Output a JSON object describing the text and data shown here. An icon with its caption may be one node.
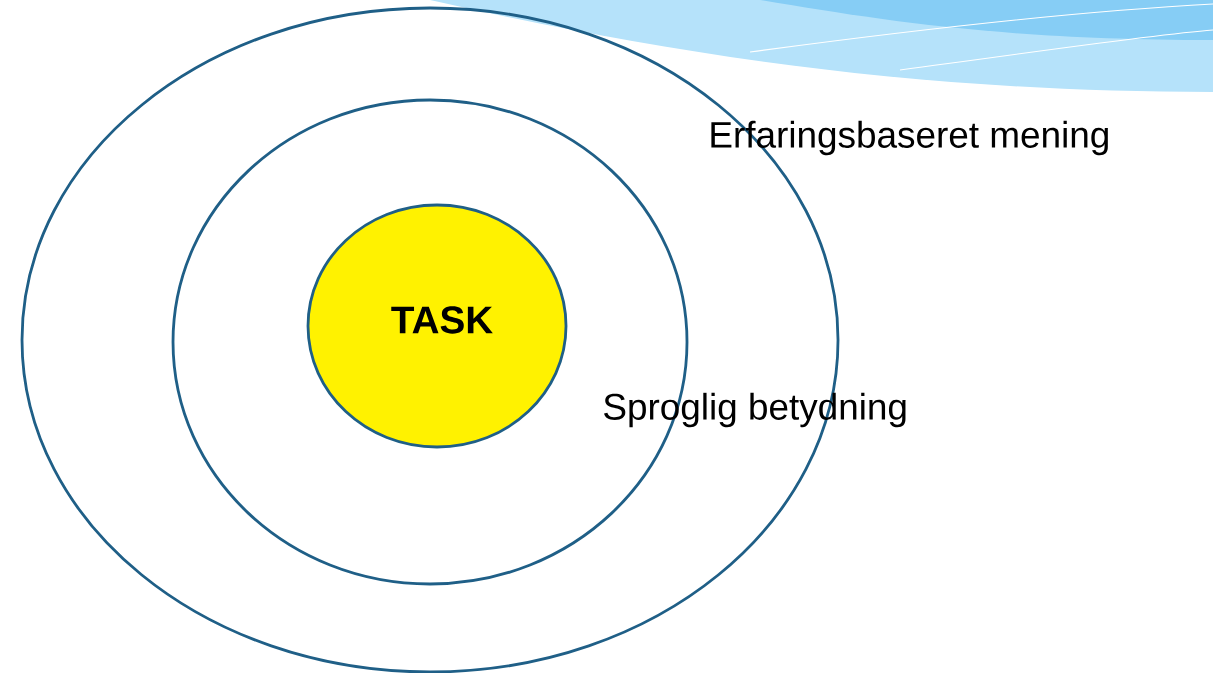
{
  "diagram": {
    "nodes": [
      {
        "text": [
          "Erfaringsbaseret mening"
        ]
      },
      {
        "text": [
          "Sproglig betydning"
        ],
        "in": 0
      },
      {
        "text": [
          "TASK"
        ],
        "in": 1
      }
    ]
  }
}
